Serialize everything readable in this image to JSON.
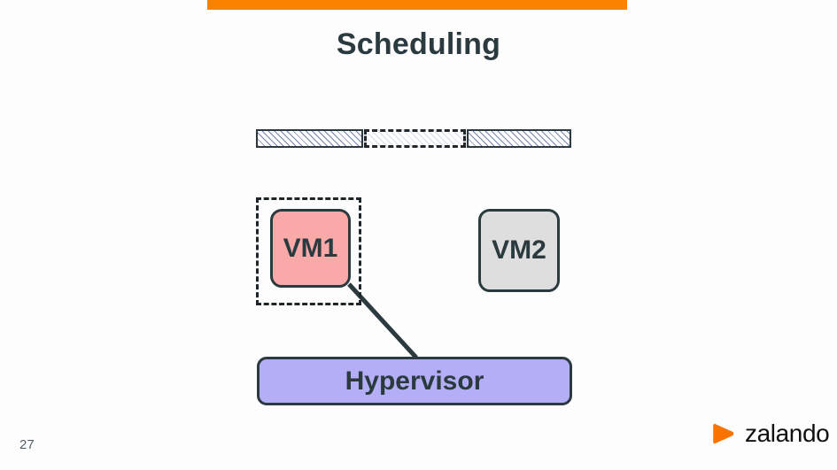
{
  "slide": {
    "title": "Scheduling",
    "page_number": "27",
    "accent_color": "#f98200",
    "background_color": "#fdfdfd",
    "text_color": "#2b3a3f"
  },
  "timeline": {
    "name": "cpu-time-slices",
    "segments": [
      {
        "label": "",
        "style": "solid-hatched",
        "state": "running",
        "fill": "#ffffff",
        "hatch_color": "#5a6ea0",
        "border": "#2b3a3f"
      },
      {
        "label": "",
        "style": "dashed-hatched",
        "state": "preempted",
        "fill": "#ffffff",
        "hatch_color": "#96a5c3",
        "border": "#21272b"
      },
      {
        "label": "",
        "style": "solid-hatched",
        "state": "running",
        "fill": "#ffffff",
        "hatch_color": "#5a6ea0",
        "border": "#2b3a3f"
      }
    ]
  },
  "diagram": {
    "vms": [
      {
        "label": "VM1",
        "fill": "#faa9a9",
        "border": "#2b3a3f",
        "selected": true
      },
      {
        "label": "VM2",
        "fill": "#dedede",
        "border": "#2b3a3f",
        "selected": false
      }
    ],
    "hypervisor": {
      "label": "Hypervisor",
      "fill": "#b3aef5",
      "border": "#2b3a3f"
    },
    "connector": {
      "from": "VM1",
      "to": "Hypervisor",
      "color": "#2b3a3f"
    }
  },
  "brand": {
    "word": "zalando",
    "mark_color": "#f97300",
    "word_color": "#111111"
  }
}
